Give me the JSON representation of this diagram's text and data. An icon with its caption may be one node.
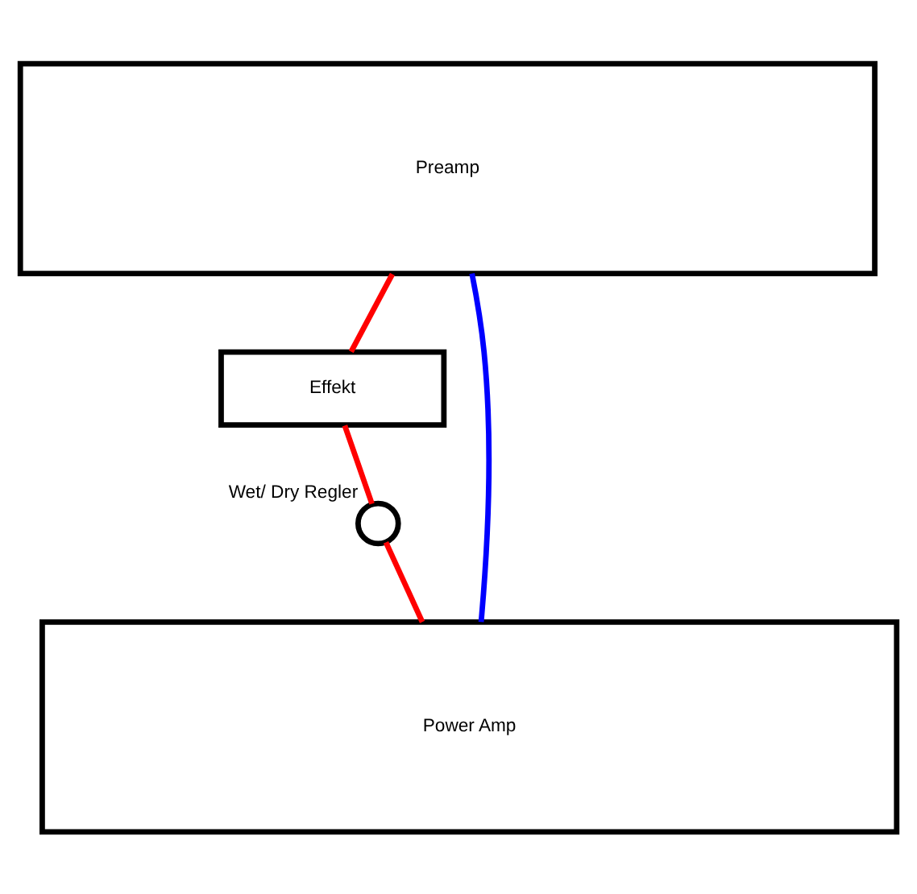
{
  "diagram": {
    "nodes": [
      {
        "text": [
          "Preamp"
        ]
      },
      {
        "text": [
          "Effekt"
        ]
      },
      {
        "text": [],
        "shape": "circle",
        "beside": [
          "Wet/ Dry Regler"
        ]
      },
      {
        "text": [
          "Power Amp"
        ]
      }
    ],
    "edges": [
      {
        "from": 0,
        "to": 3,
        "arrow": "none",
        "color": "#0000ff"
      },
      {
        "from": 0,
        "to": 1,
        "arrow": "none"
      },
      {
        "from": 1,
        "to": 2,
        "arrow": "none"
      },
      {
        "from": 2,
        "to": 3,
        "arrow": "none"
      }
    ]
  }
}
